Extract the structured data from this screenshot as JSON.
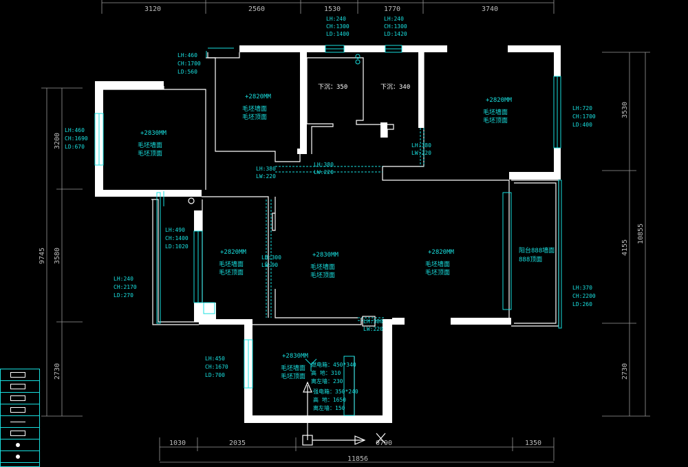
{
  "dimensions": {
    "top": [
      "3120",
      "2560",
      "1530",
      "1770",
      "3740"
    ],
    "bottom": [
      "1030",
      "2035",
      "0790",
      "1350"
    ],
    "bottom_total": "11856",
    "left_outer": "9745",
    "left_inner": [
      "3200",
      "3580",
      "2730"
    ],
    "right_outer": "10855",
    "right_inner": [
      "3530",
      "4155",
      "2730"
    ]
  },
  "windows": {
    "top_bath1": [
      "LH:240",
      "CH:1300",
      "LD:1400"
    ],
    "top_bath2": [
      "LH:240",
      "CH:1300",
      "LD:1420"
    ],
    "left_upper": [
      "LH:460",
      "CH:1700",
      "LD:560"
    ],
    "left_bedroom": [
      "LH:460",
      "CH:1690",
      "LD:670"
    ],
    "right_master": [
      "LH:720",
      "CH:1700",
      "LD:400"
    ],
    "left_mid": [
      "LH:490",
      "CH:1400",
      "LD:1020"
    ],
    "left_low": [
      "LH:240",
      "CH:2170",
      "LD:270"
    ],
    "right_low": [
      "LH:370",
      "CH:2200",
      "LD:260"
    ],
    "kitchen": [
      "LH:450",
      "CH:1670",
      "LD:700"
    ]
  },
  "beams": {
    "hall_a": [
      "LH:380",
      "LW:220"
    ],
    "hall_b": [
      "LH:380",
      "LW:220"
    ],
    "master": [
      "LH:380",
      "LW:220"
    ],
    "mid": [
      "LH:300",
      "LW:90"
    ],
    "bottom": [
      "LH:380",
      "LW:220"
    ]
  },
  "rooms": {
    "bedroom_left": {
      "elev": "+2830MM",
      "wall": "毛坯墙面",
      "ceiling": "毛坯顶面"
    },
    "bedroom_top": {
      "elev": "+2820MM",
      "wall": "毛坯墙面",
      "ceiling": "毛坯顶面"
    },
    "bath1": {
      "label": "下沉：350"
    },
    "bath2": {
      "label": "下沉：340"
    },
    "master": {
      "elev": "+2820MM",
      "wall": "毛坯墙面",
      "ceiling": "毛坯顶面"
    },
    "study": {
      "elev": "+2820MM",
      "wall": "毛坯墙面",
      "ceiling": "毛坯顶面"
    },
    "dining": {
      "elev": "+2830MM",
      "wall": "毛坯墙面",
      "ceiling": "毛坯顶面"
    },
    "living": {
      "elev": "+2820MM",
      "wall": "毛坯墙面",
      "ceiling": "毛坯顶面"
    },
    "balcony": {
      "wall": "阳台888墙面",
      "ceiling": "888顶面"
    },
    "kitchen": {
      "elev": "+2830MM",
      "wall": "毛坯墙面",
      "ceiling": "毛坯顶面"
    }
  },
  "fixtures": {
    "gas": [
      "燃电箱：450*340",
      "高 地：310",
      "离左墙：230"
    ],
    "elec": [
      "强电箱：350*240",
      "高 地：1650",
      "离左墙：150"
    ]
  },
  "colors": {
    "wall": "#ffffff",
    "annotation": "#19e0e0",
    "dimension": "#bdbdbd",
    "background": "#000000"
  }
}
